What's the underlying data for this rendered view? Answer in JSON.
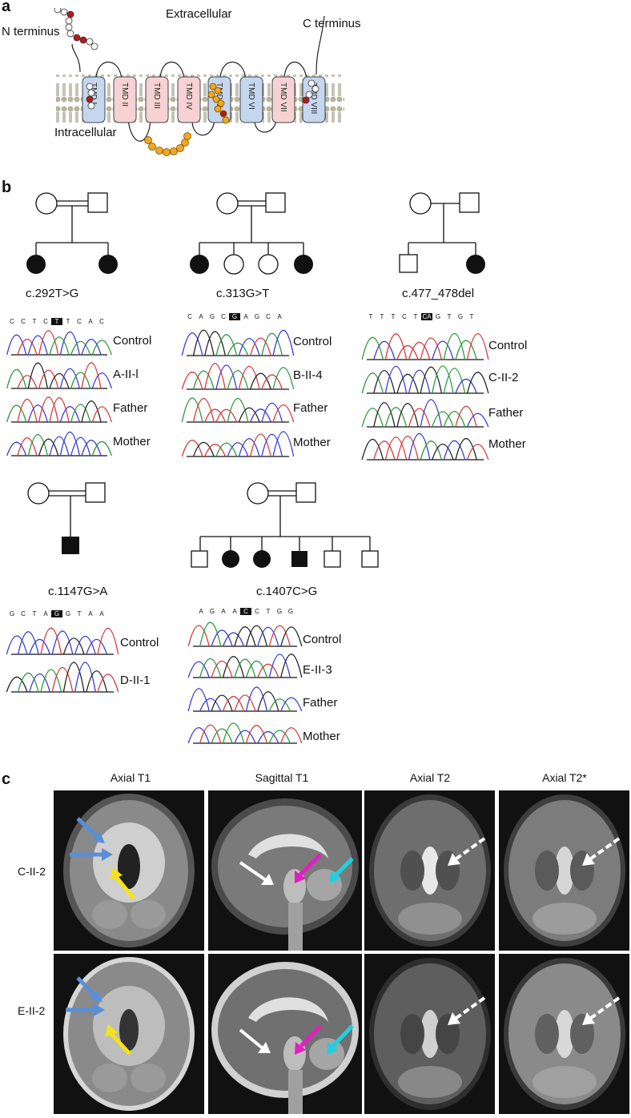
{
  "panels": {
    "a": "a",
    "b": "b",
    "c": "c"
  },
  "panel_a": {
    "extracellular": "Extracellular",
    "intracellular": "Intracellular",
    "n_terminus": "N terminus",
    "c_terminus": "C terminus",
    "tmds": [
      "TMD I",
      "TMD II",
      "TMD III",
      "TMD IV",
      "TMD V",
      "TMD VI",
      "TMD VII",
      "TMD VIII"
    ]
  },
  "panel_b": {
    "families": [
      {
        "mutation": "c.292T>G",
        "sequence": [
          "C",
          "C",
          "T",
          "C",
          "T",
          "T",
          "C",
          "A",
          "C"
        ],
        "highlight_index": 4,
        "traces": [
          "Control",
          "A-II-l",
          "Father",
          "Mother"
        ]
      },
      {
        "mutation": "c.313G>T",
        "sequence": [
          "C",
          "A",
          "G",
          "C",
          "G",
          "A",
          "G",
          "C",
          "A"
        ],
        "highlight_index": 4,
        "traces": [
          "Control",
          "B-II-4",
          "Father",
          "Mother"
        ]
      },
      {
        "mutation": "c.477_478del",
        "sequence": [
          "T",
          "T",
          "T",
          "C",
          "T",
          "CA",
          "G",
          "T",
          "G",
          "T"
        ],
        "highlight_index": 5,
        "traces": [
          "Control",
          "C-II-2",
          "Father",
          "Mother"
        ]
      },
      {
        "mutation": "c.1147G>A",
        "sequence": [
          "G",
          "C",
          "T",
          "A",
          "G",
          "G",
          "T",
          "A",
          "A"
        ],
        "highlight_index": 4,
        "traces": [
          "Control",
          "D-II-1"
        ]
      },
      {
        "mutation": "c.1407C>G",
        "sequence": [
          "A",
          "G",
          "A",
          "A",
          "C",
          "C",
          "T",
          "G",
          "G"
        ],
        "highlight_index": 4,
        "traces": [
          "Control",
          "E-II-3",
          "Father",
          "Mother"
        ]
      }
    ]
  },
  "panel_c": {
    "columns": [
      "Axial T1",
      "Sagittal T1",
      "Axial T2",
      "Axial T2*"
    ],
    "rows": [
      "C-II-2",
      "E-II-2"
    ]
  },
  "colors": {
    "tmd_blue": "#c5d6ef",
    "tmd_pink": "#f6d2d2",
    "residue_orange": "#f0a81e",
    "residue_red": "#b01a1a",
    "arrow_blue": "#5a8fd8",
    "arrow_yellow": "#f5e21a",
    "arrow_magenta": "#e020c0",
    "arrow_cyan": "#20d0e0",
    "trace_red": "#d63a3a",
    "trace_blue": "#3a3ad6",
    "trace_green": "#2a9a3a",
    "trace_black": "#222222"
  }
}
